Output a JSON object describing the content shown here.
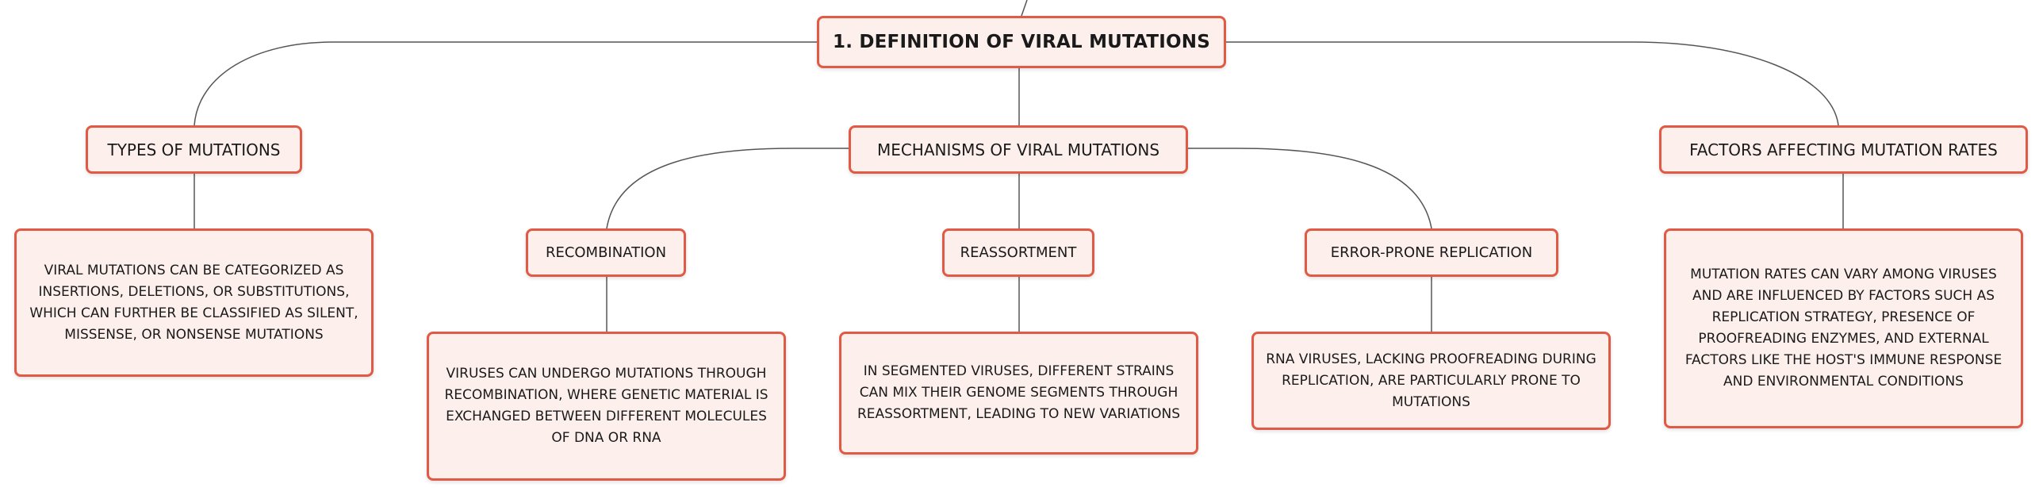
{
  "diagram": {
    "root": {
      "label": "1. DEFINITION OF VIRAL MUTATIONS"
    },
    "branches": {
      "types": {
        "label": "TYPES OF MUTATIONS",
        "detail": "VIRAL MUTATIONS CAN BE CATEGORIZED AS INSERTIONS, DELETIONS, OR SUBSTITUTIONS, WHICH CAN FURTHER BE CLASSIFIED AS SILENT, MISSENSE, OR NONSENSE MUTATIONS"
      },
      "mechanisms": {
        "label": "MECHANISMS OF VIRAL MUTATIONS",
        "children": {
          "recombination": {
            "label": "RECOMBINATION",
            "detail": "VIRUSES CAN UNDERGO MUTATIONS THROUGH RECOMBINATION, WHERE GENETIC MATERIAL IS EXCHANGED BETWEEN DIFFERENT MOLECULES OF DNA OR RNA"
          },
          "reassortment": {
            "label": "REASSORTMENT",
            "detail": "IN SEGMENTED VIRUSES, DIFFERENT STRAINS CAN MIX THEIR GENOME SEGMENTS THROUGH REASSORTMENT, LEADING TO NEW VARIATIONS"
          },
          "error_prone": {
            "label": "ERROR-PRONE REPLICATION",
            "detail": "RNA VIRUSES, LACKING PROOFREADING DURING REPLICATION, ARE PARTICULARLY PRONE TO MUTATIONS"
          }
        }
      },
      "factors": {
        "label": "FACTORS AFFECTING MUTATION RATES",
        "detail": "MUTATION RATES CAN VARY AMONG VIRUSES AND ARE INFLUENCED BY FACTORS SUCH AS REPLICATION STRATEGY, PRESENCE OF PROOFREADING ENZYMES, AND EXTERNAL FACTORS LIKE THE HOST'S IMMUNE RESPONSE AND ENVIRONMENTAL CONDITIONS"
      }
    },
    "colors": {
      "node_fill": "#fdf0ec",
      "node_border": "#e05a45",
      "connector": "#555555"
    }
  }
}
